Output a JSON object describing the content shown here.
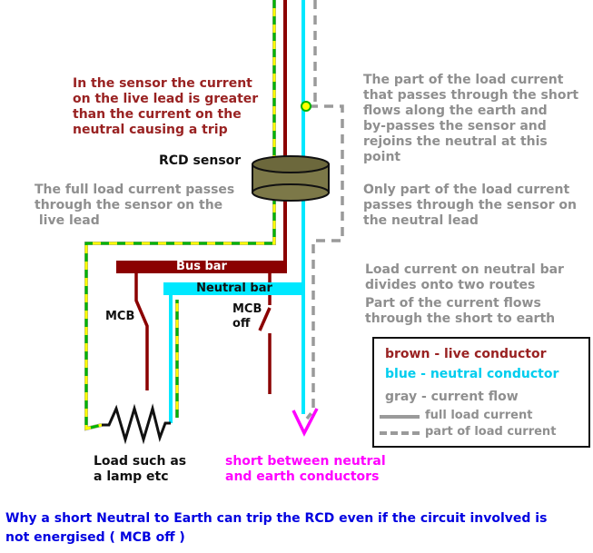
{
  "colors": {
    "live": "#8B0000",
    "neutral": "#00e8ff",
    "current_gray": "#9a9a9a",
    "flow_yellow": "#ffff00",
    "flow_green": "#00b400",
    "short_magenta": "#ff00ff",
    "title_blue": "#0000e0",
    "sensor_olive": "#7c7848"
  },
  "labels": {
    "rcd_sensor": "RCD sensor",
    "bus_bar": "Bus bar",
    "neutral_bar": "Neutral bar",
    "mcb_left": "MCB",
    "mcb_right": "MCB\noff",
    "load": "Load such as\na lamp etc",
    "short": "short between neutral\nand earth conductors"
  },
  "notes": {
    "trip": "In the sensor the current\non the live lead is greater\nthan the current on the\nneutral causing a trip",
    "bypass": "The part of the load current\nthat passes through the short\nflows along the earth and\nby-passes the sensor and\nrejoins the neutral at this\npoint",
    "full_load": "The full load current passes\nthrough the sensor on the\n live lead",
    "partial": "Only part of the load current\npasses through the sensor on\nthe neutral lead",
    "divide": "Load current on neutral bar\ndivides onto two routes",
    "short_flow": "Part of the current flows\nthrough the short to earth"
  },
  "legend": {
    "brown": "brown - live conductor",
    "blue": "blue - neutral conductor",
    "gray": "gray - current flow",
    "full": "full load current",
    "part": "part of load current"
  },
  "title": "Why a short Neutral to Earth can trip the RCD even if the circuit involved is\nnot energised ( MCB off )"
}
